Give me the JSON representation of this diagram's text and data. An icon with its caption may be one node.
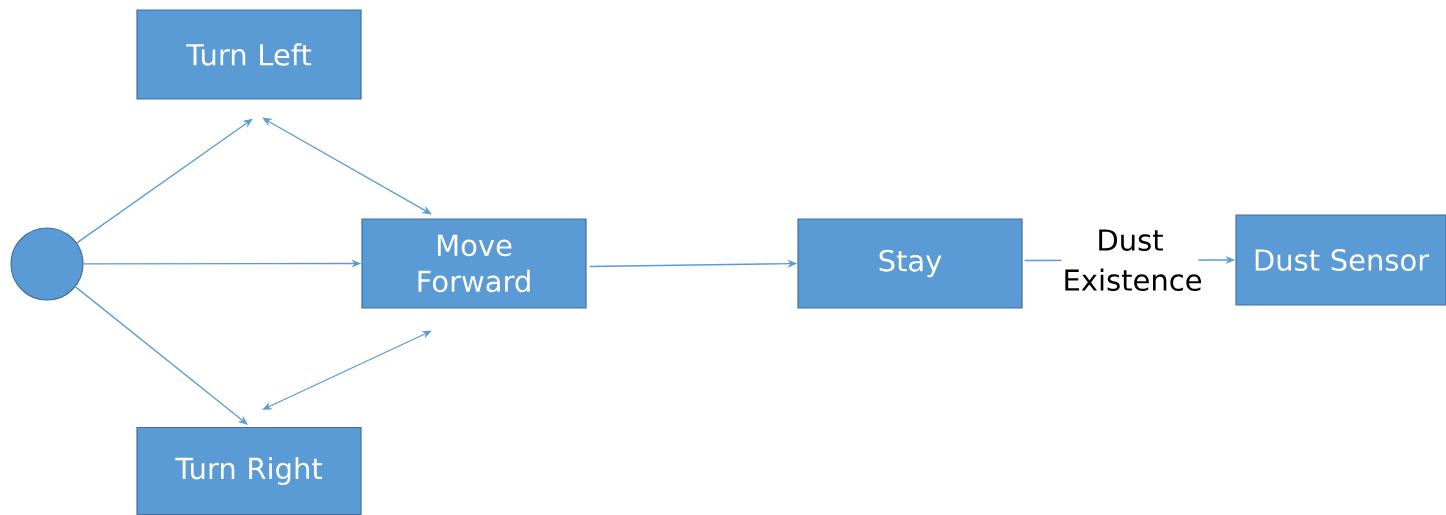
{
  "diagram": {
    "nodes": [
      {
        "text": [],
        "shape": "circle"
      },
      {
        "text": [
          "Turn Left"
        ]
      },
      {
        "text": [
          "Move Forward"
        ]
      },
      {
        "text": [
          "Turn Right"
        ]
      },
      {
        "text": [
          "Stay"
        ]
      },
      {
        "text": [
          "Dust Sensor"
        ]
      }
    ],
    "edges": [
      {
        "from": 0,
        "to": 1,
        "arrow": "to"
      },
      {
        "from": 0,
        "to": 2,
        "arrow": "to"
      },
      {
        "from": 0,
        "to": 3,
        "arrow": "to"
      },
      {
        "from": 1,
        "to": 2,
        "arrow": "both"
      },
      {
        "from": 3,
        "to": 2,
        "arrow": "both"
      },
      {
        "from": 2,
        "to": 4,
        "arrow": "to"
      },
      {
        "from": 4,
        "to": 5,
        "arrow": "to",
        "label": "Dust Existence"
      }
    ]
  }
}
